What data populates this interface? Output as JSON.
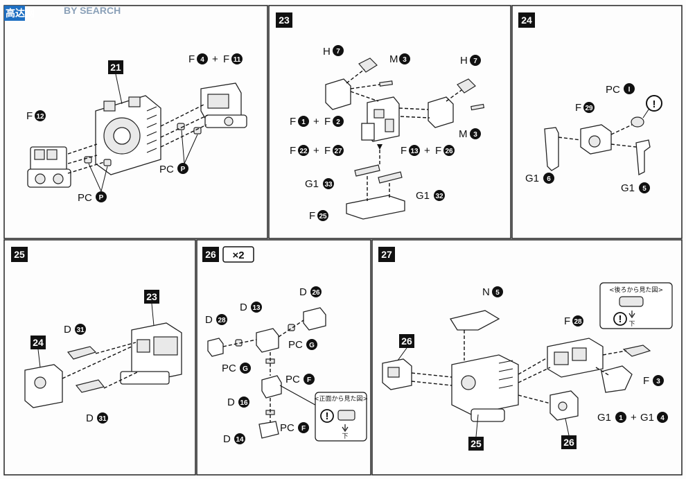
{
  "watermark": {
    "brand": "高达网",
    "search": "BY SEARCH"
  },
  "steps": {
    "s21": {
      "label": "21"
    },
    "s23": {
      "label": "23"
    },
    "s24": {
      "label": "24"
    },
    "s25": {
      "label": "25"
    },
    "s26": {
      "label": "26",
      "multiplier": "×2"
    },
    "s27": {
      "label": "27"
    }
  },
  "callouts": {
    "p21_f12": {
      "letter": "F",
      "num": "12"
    },
    "p21_f4": {
      "letter": "F",
      "num": "4"
    },
    "p21_f11": {
      "letter": "F",
      "num": "11"
    },
    "p21_plus": "+",
    "p21_sub": "21",
    "p21_pcp1": {
      "letter": "PC",
      "num": "P"
    },
    "p21_pcp2": {
      "letter": "PC",
      "num": "P"
    },
    "p23_h7a": {
      "letter": "H",
      "num": "7"
    },
    "p23_m3a": {
      "letter": "M",
      "num": "3"
    },
    "p23_h7b": {
      "letter": "H",
      "num": "7"
    },
    "p23_m3b": {
      "letter": "M",
      "num": "3"
    },
    "p23_f1": {
      "letter": "F",
      "num": "1"
    },
    "p23_f2": {
      "letter": "F",
      "num": "2"
    },
    "p23_f22": {
      "letter": "F",
      "num": "22"
    },
    "p23_f27": {
      "letter": "F",
      "num": "27"
    },
    "p23_f13": {
      "letter": "F",
      "num": "13"
    },
    "p23_f26": {
      "letter": "F",
      "num": "26"
    },
    "p23_g133": {
      "letter": "G1",
      "num": "33"
    },
    "p23_g132": {
      "letter": "G1",
      "num": "32"
    },
    "p23_f25": {
      "letter": "F",
      "num": "25"
    },
    "plus": "+",
    "p24_pci": {
      "letter": "PC",
      "num": "I"
    },
    "p24_f29": {
      "letter": "F",
      "num": "29"
    },
    "p24_g16": {
      "letter": "G1",
      "num": "6"
    },
    "p24_g15": {
      "letter": "G1",
      "num": "5"
    },
    "p24_warn": "!",
    "p25_sub23": "23",
    "p25_sub24": "24",
    "p25_d31a": {
      "letter": "D",
      "num": "31"
    },
    "p25_d31b": {
      "letter": "D",
      "num": "31"
    },
    "p26_d26": {
      "letter": "D",
      "num": "26"
    },
    "p26_d13": {
      "letter": "D",
      "num": "13"
    },
    "p26_d28": {
      "letter": "D",
      "num": "28"
    },
    "p26_pcg1": {
      "letter": "PC",
      "num": "G"
    },
    "p26_pcg2": {
      "letter": "PC",
      "num": "G"
    },
    "p26_pcf1": {
      "letter": "PC",
      "num": "F"
    },
    "p26_pcf2": {
      "letter": "PC",
      "num": "F"
    },
    "p26_d16": {
      "letter": "D",
      "num": "16"
    },
    "p26_d14": {
      "letter": "D",
      "num": "14"
    },
    "p26_inset": "<正面から見た図>",
    "p26_mark": "下",
    "p27_n5": {
      "letter": "N",
      "num": "5"
    },
    "p27_f28": {
      "letter": "F",
      "num": "28"
    },
    "p27_f3": {
      "letter": "F",
      "num": "3"
    },
    "p27_g11": {
      "letter": "G1",
      "num": "1"
    },
    "p27_g14": {
      "letter": "G1",
      "num": "4"
    },
    "p27_sub26a": "26",
    "p27_sub25": "25",
    "p27_sub26b": "26",
    "p27_inset": "<後ろから見た図>",
    "p27_mark": "下"
  }
}
